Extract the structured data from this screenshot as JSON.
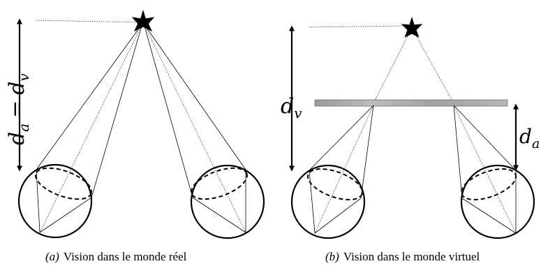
{
  "figure_a": {
    "label_da_eq_dv": {
      "d1": "d",
      "s1": "a",
      "eq": "=",
      "d2": "d",
      "s2": "v"
    },
    "caption": {
      "tag": "(a)",
      "text": "Vision dans le monde réel"
    }
  },
  "figure_b": {
    "label_dv": {
      "d": "d",
      "s": "v"
    },
    "label_da": {
      "d": "d",
      "s": "a"
    },
    "caption": {
      "tag": "(b)",
      "text": "Vision dans le monde virtuel"
    }
  },
  "colors": {
    "ink": "#000000",
    "screen": "#a8a8a8",
    "screen_edge": "#6e6e6e"
  }
}
